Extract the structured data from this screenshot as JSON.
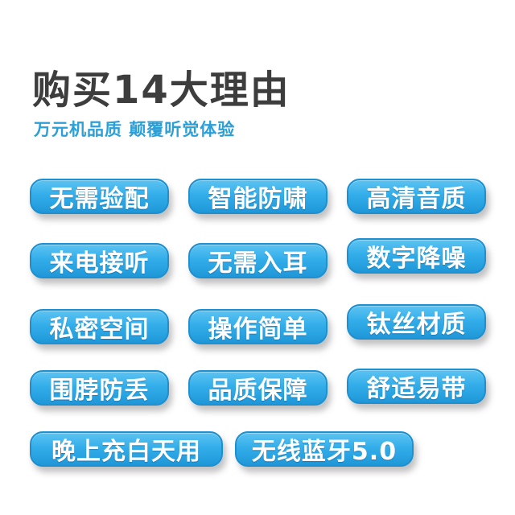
{
  "header": {
    "title": "购买14大理由",
    "subtitle": "万元机品质  颠覆听觉体验"
  },
  "colors": {
    "title": "#3d3d3d",
    "subtitle": "#2a9fd8",
    "pill": "#33aeea",
    "pill_text": "#ffffff"
  },
  "features": [
    {
      "label": "无需验配"
    },
    {
      "label": "智能防啸"
    },
    {
      "label": "高清音质"
    },
    {
      "label": "来电接听"
    },
    {
      "label": "无需入耳"
    },
    {
      "label": "数字降噪"
    },
    {
      "label": "私密空间"
    },
    {
      "label": "操作简单"
    },
    {
      "label": "钛丝材质"
    },
    {
      "label": "围脖防丢"
    },
    {
      "label": "品质保障"
    },
    {
      "label": "舒适易带"
    },
    {
      "label": "晚上充白天用"
    },
    {
      "label": "无线蓝牙5.0"
    }
  ]
}
